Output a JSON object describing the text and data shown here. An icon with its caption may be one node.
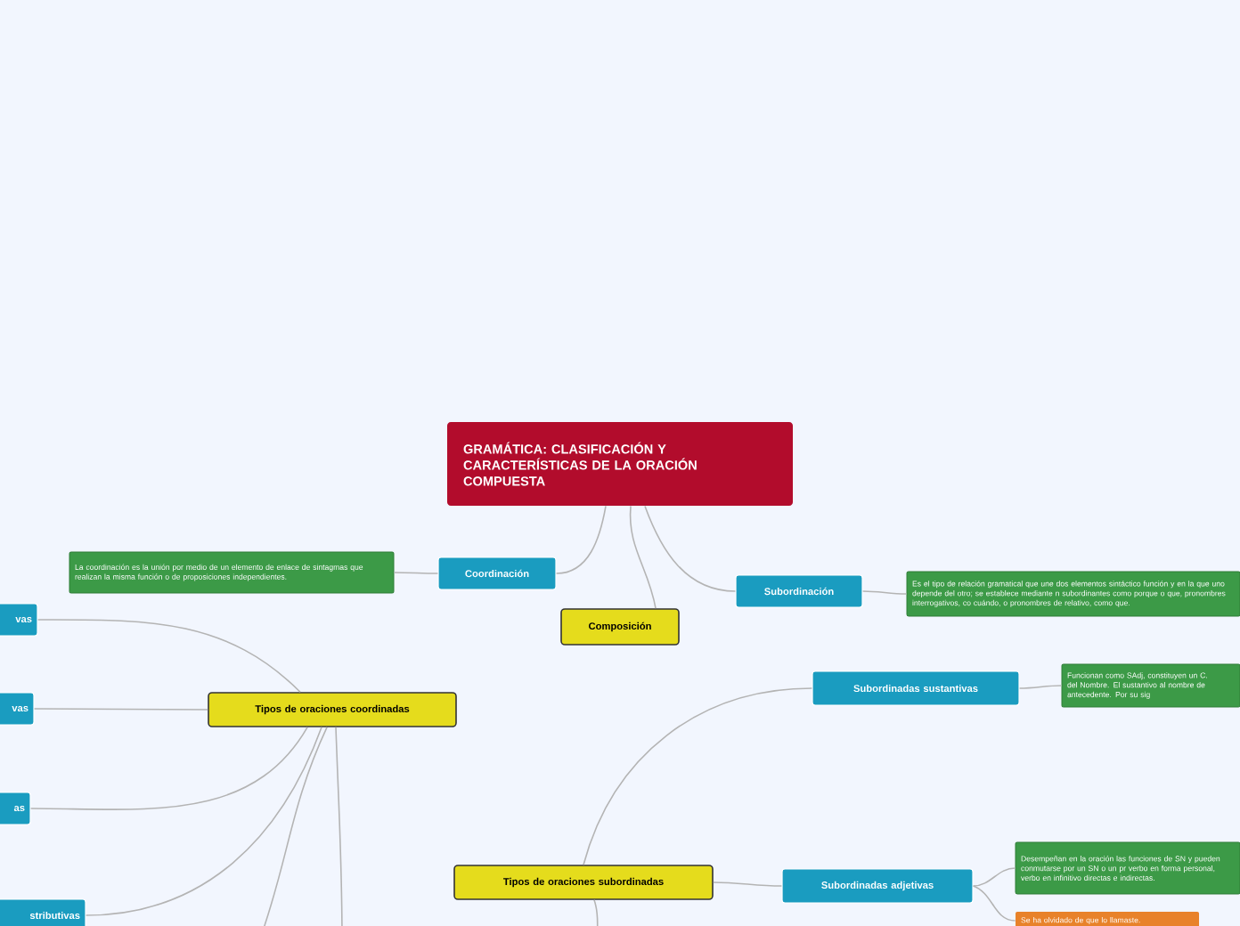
{
  "diagram": {
    "nodes": [
      {
        "text": [
          "GRAMÁTICA: CLASIFICACIÓN Y CARACTERÍSTICAS DE LA ORACIÓN COMPUESTA"
        ]
      },
      {
        "text": [
          "La coordinación es la unión por medio de un elemento de enlace de sintagmas que realizan la misma función o de proposiciones independientes."
        ]
      },
      {
        "text": [
          "Coordinación"
        ]
      },
      {
        "text": [
          "Subordinación"
        ]
      },
      {
        "text": [
          "Es el tipo de relación gramatical que une dos elementos sintáctico función y en la que uno depende del otro; se establece mediante n subordinantes como porque o que, pronombres interrogativos, co cuándo, o pronombres de relativo, como que."
        ]
      },
      {
        "text": [
          "Composición"
        ]
      },
      {
        "text": [
          "vas"
        ]
      },
      {
        "text": [
          "vas"
        ]
      },
      {
        "text": [
          "Tipos de oraciones coordinadas"
        ]
      },
      {
        "text": [
          "Subordinadas sustantivas"
        ]
      },
      {
        "text": [
          "Funcionan como SAdj, constituyen un C. del Nombre. El sustantivo al nombre de antecedente. Por su sig"
        ]
      },
      {
        "text": [
          "as"
        ]
      },
      {
        "text": [
          "Tipos de oraciones subordinadas"
        ]
      },
      {
        "text": [
          "Subordinadas adjetivas"
        ]
      },
      {
        "text": [
          "Desempeñan en la oración las funciones de SN y pueden conmutarse por un SN o un pr verbo en forma personal, verbo en infinitivo directas e indirectas."
        ]
      },
      {
        "text": [
          "stributivas"
        ]
      },
      {
        "text": [
          "Se ha olvidado de que lo llamaste."
        ]
      }
    ],
    "edges": [
      {
        "from": 0,
        "to": 2,
        "arrow": "none"
      },
      {
        "from": 0,
        "to": 5,
        "arrow": "none"
      },
      {
        "from": 0,
        "to": 3,
        "arrow": "none"
      },
      {
        "from": 2,
        "to": 1,
        "arrow": "none"
      },
      {
        "from": 3,
        "to": 4,
        "arrow": "none"
      },
      {
        "from": 8,
        "to": 6,
        "arrow": "none"
      },
      {
        "from": 8,
        "to": 7,
        "arrow": "none"
      },
      {
        "from": 8,
        "to": 11,
        "arrow": "none"
      },
      {
        "from": 8,
        "to": 15,
        "arrow": "none"
      },
      {
        "from": 8,
        "to": null,
        "arrow": "none"
      },
      {
        "from": 8,
        "to": null,
        "arrow": "none"
      },
      {
        "from": 12,
        "to": 9,
        "arrow": "none"
      },
      {
        "from": 12,
        "to": 13,
        "arrow": "none"
      },
      {
        "from": 12,
        "to": null,
        "arrow": "none"
      },
      {
        "from": 9,
        "to": 10,
        "arrow": "none"
      },
      {
        "from": 13,
        "to": 14,
        "arrow": "none"
      },
      {
        "from": 13,
        "to": 16,
        "arrow": "none"
      }
    ]
  }
}
